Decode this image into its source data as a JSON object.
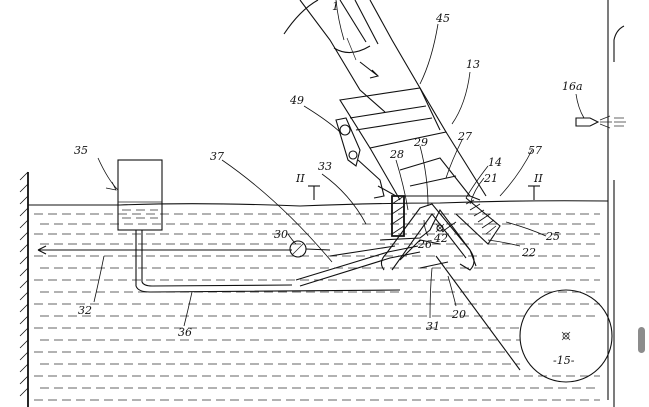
{
  "labels": {
    "l1": "1",
    "l45": "45",
    "l13": "13",
    "l16a": "16a",
    "l49": "49",
    "l27": "27",
    "l57": "57",
    "l35": "35",
    "l37": "37",
    "l33": "33",
    "l28": "28",
    "l29": "29",
    "l14": "14",
    "l21": "21",
    "l_ii_left": "II",
    "l_ii_right": "II",
    "l30": "30",
    "l26": "26",
    "l42": "42",
    "l25": "25",
    "l22": "22",
    "l32": "32",
    "l36": "36",
    "l31": "31",
    "l20": "20",
    "l15": "-15-"
  },
  "ui": {
    "scrollbar": "vertical-scrollbar"
  }
}
